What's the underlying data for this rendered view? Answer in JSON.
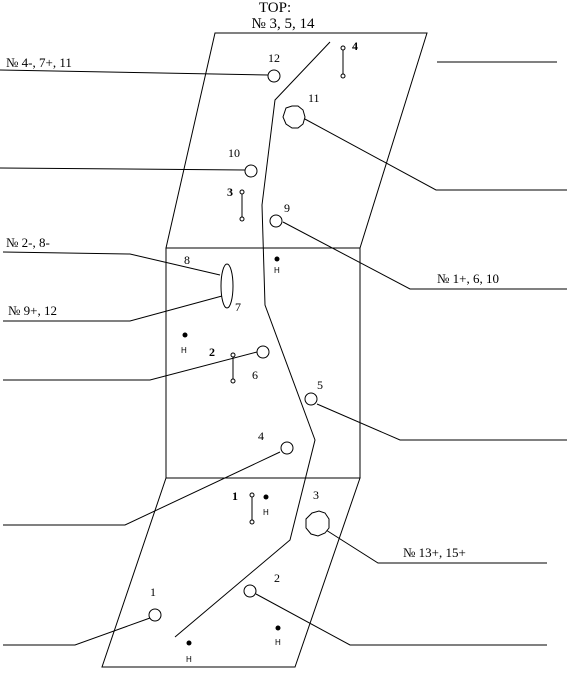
{
  "title": {
    "line1": "TOP:",
    "line2": "№ 3, 5, 14"
  },
  "callouts": {
    "left_top": "№ 4-, 7+, 11",
    "left_mid1": "№ 2-, 8-",
    "left_mid2": "№ 9+, 12",
    "right_mid": "№ 1+, 6, 10",
    "right_low": "№ 13+, 15+"
  },
  "points": {
    "p1": "1",
    "p2": "2",
    "p3": "3",
    "p4": "4",
    "p5": "5",
    "p6": "6",
    "p7": "7",
    "p8": "8",
    "p9": "9",
    "p10": "10",
    "p11": "11",
    "p12": "12"
  },
  "supports": {
    "s1": "1",
    "s2": "2",
    "s3": "3",
    "s4": "4"
  },
  "markers": {
    "h": "H"
  }
}
